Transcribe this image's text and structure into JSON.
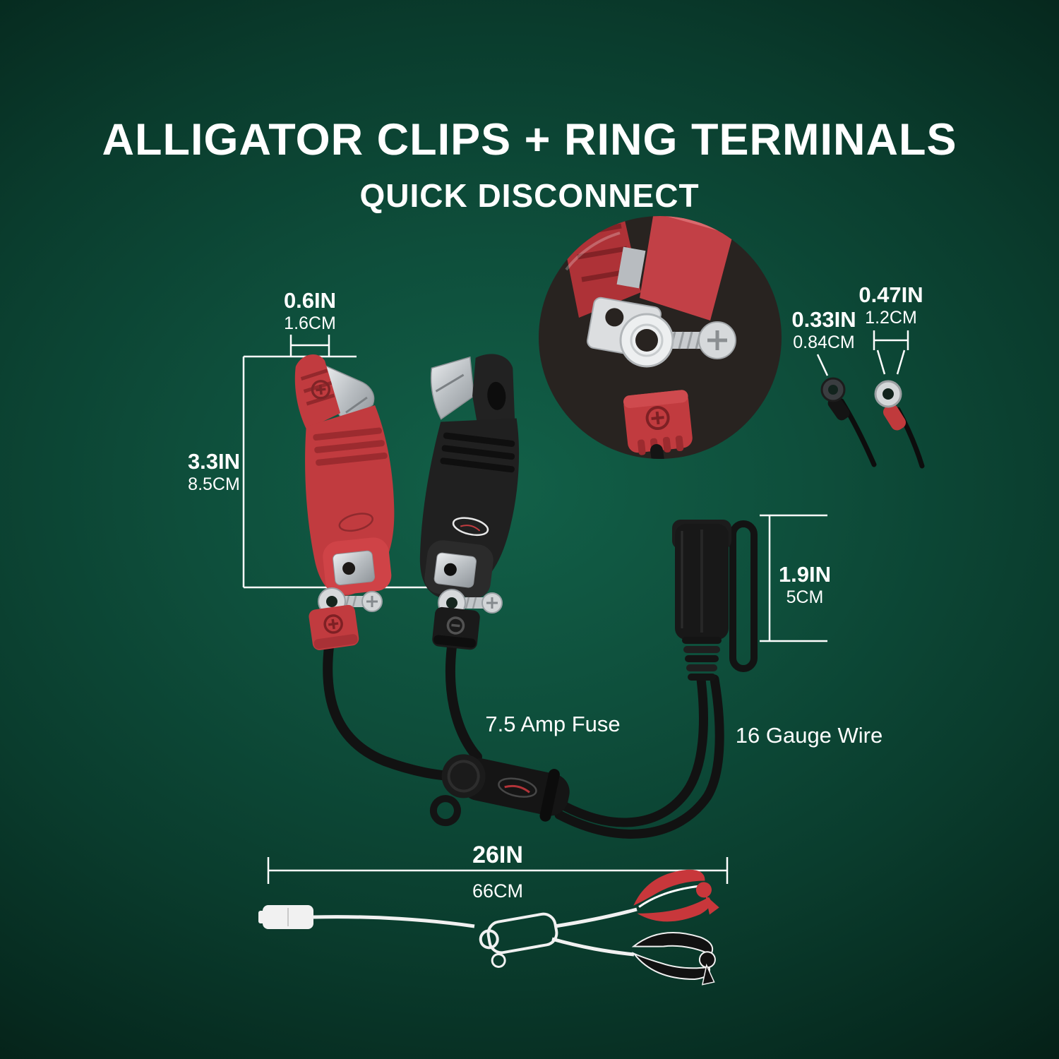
{
  "header": {
    "title": "ALLIGATOR CLIPS + RING TERMINALS",
    "subtitle": "QUICK DISCONNECT"
  },
  "measurements": {
    "clip_width": {
      "in": "0.6IN",
      "cm": "1.6CM"
    },
    "clip_length": {
      "in": "3.3IN",
      "cm": "8.5CM"
    },
    "ring_small": {
      "in": "0.33IN",
      "cm": "0.84CM"
    },
    "ring_large": {
      "in": "0.47IN",
      "cm": "1.2CM"
    },
    "connector_length": {
      "in": "1.9IN",
      "cm": "5CM"
    },
    "cable_length": {
      "in": "26IN",
      "cm": "66CM"
    }
  },
  "labels": {
    "fuse": "7.5 Amp Fuse",
    "wire": "16 Gauge Wire"
  },
  "colors": {
    "background_center": "#0e4e3b",
    "background_edge": "#030d09",
    "accent_red": "#c8373b",
    "cable_black": "#141414",
    "metal_silver": "#d3d6d8",
    "text": "#ffffff"
  }
}
